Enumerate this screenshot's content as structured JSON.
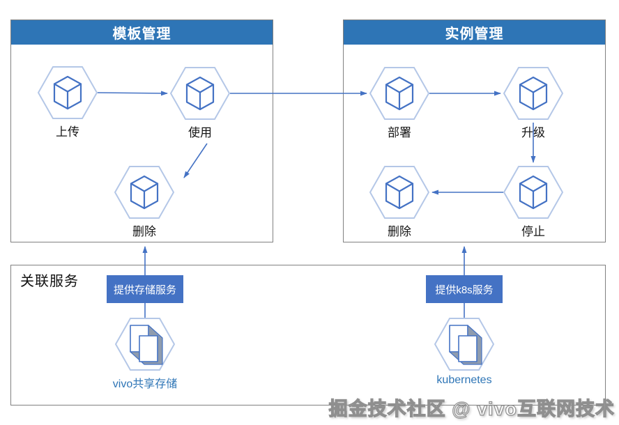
{
  "panels": [
    {
      "title": "模板管理",
      "nodes": [
        {
          "label": "上传"
        },
        {
          "label": "使用"
        },
        {
          "label": "删除"
        }
      ]
    },
    {
      "title": "实例管理",
      "nodes": [
        {
          "label": "部署"
        },
        {
          "label": "升级"
        },
        {
          "label": "停止"
        },
        {
          "label": "删除"
        }
      ]
    }
  ],
  "services": {
    "title": "关联服务",
    "items": [
      {
        "tag": "提供存储服务",
        "name": "vivo共享存储"
      },
      {
        "tag": "提供k8s服务",
        "name": "kubernetes"
      }
    ]
  },
  "watermark": "掘金技术社区 @ vivo互联网技术",
  "colors": {
    "header_blue": "#2E75B6",
    "tag_blue": "#4472C4",
    "hex_outline": "#B4C7E7",
    "icon_stroke": "#4472C4",
    "arrow": "#4472C4",
    "border_gray": "#808080",
    "service_name_blue": "#2E75B6",
    "doc_gray": "#8F9CAE"
  }
}
